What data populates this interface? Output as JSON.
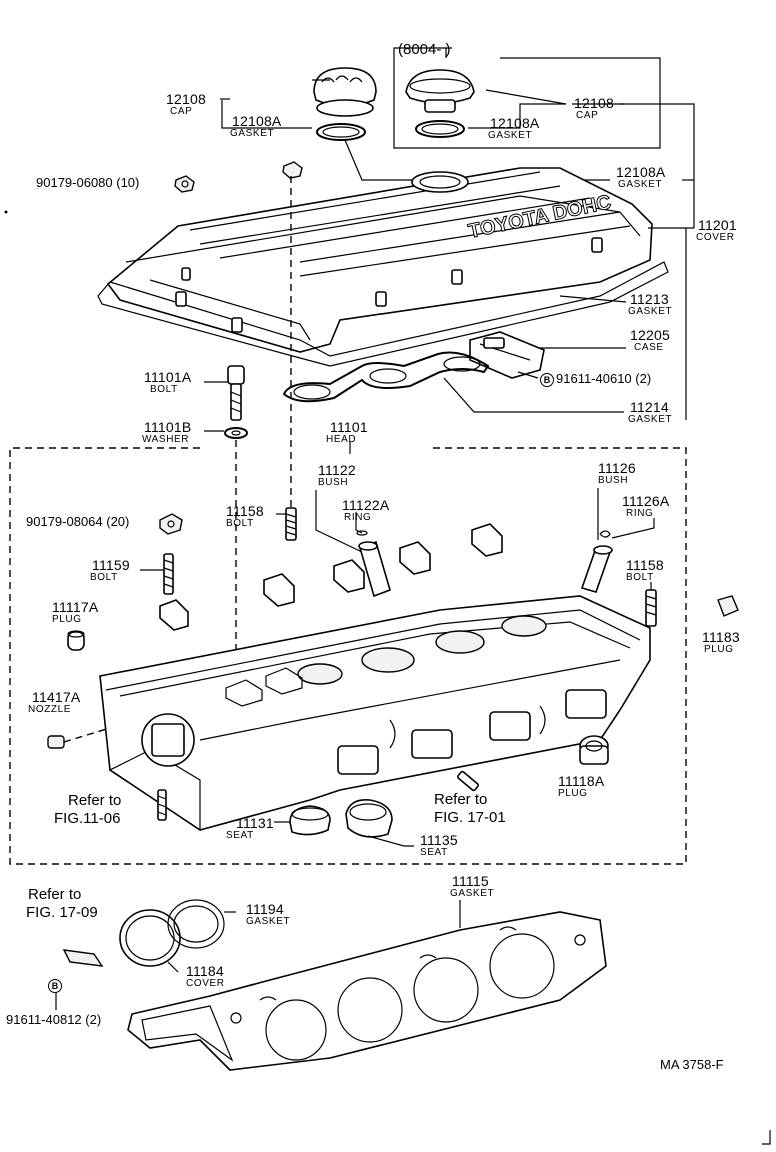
{
  "diagram_code": "MA 3758-F",
  "variant_note": "(8004-        )",
  "labels": {
    "cap_12108_left": {
      "number": "12108",
      "name": "CAP"
    },
    "gasket_12108a_left": {
      "number": "12108A",
      "name": "GASKET"
    },
    "cap_12108_right": {
      "number": "12108",
      "name": "CAP"
    },
    "gasket_12108a_right": {
      "number": "12108A",
      "name": "GASKET"
    },
    "gasket_12108a_main": {
      "number": "12108A",
      "name": "GASKET"
    },
    "nut_90179_06080": {
      "number": "90179-06080 (10)"
    },
    "cover_11201": {
      "number": "11201",
      "name": "COVER"
    },
    "gasket_11213": {
      "number": "11213",
      "name": "GASKET"
    },
    "case_12205": {
      "number": "12205",
      "name": "CASE"
    },
    "bolt_91611_40610": {
      "badge": "B",
      "number": "91611-40610 (2)"
    },
    "gasket_11214": {
      "number": "11214",
      "name": "GASKET"
    },
    "bolt_11101a": {
      "number": "11101A",
      "name": "BOLT"
    },
    "washer_11101b": {
      "number": "11101B",
      "name": "WASHER"
    },
    "head_11101": {
      "number": "11101",
      "name": "HEAD"
    },
    "bush_11122": {
      "number": "11122",
      "name": "BUSH"
    },
    "ring_11122a": {
      "number": "11122A",
      "name": "RING"
    },
    "bush_11126": {
      "number": "11126",
      "name": "BUSH"
    },
    "ring_11126a": {
      "number": "11126A",
      "name": "RING"
    },
    "nut_90179_08064": {
      "number": "90179-08064 (20)"
    },
    "bolt_11158_left": {
      "number": "11158",
      "name": "BOLT"
    },
    "bolt_11158_right": {
      "number": "11158",
      "name": "BOLT"
    },
    "bolt_11159": {
      "number": "11159",
      "name": "BOLT"
    },
    "plug_11117a": {
      "number": "11117A",
      "name": "PLUG"
    },
    "plug_11183": {
      "number": "11183",
      "name": "PLUG"
    },
    "nozzle_11417a": {
      "number": "11417A",
      "name": "NOZZLE"
    },
    "plug_11118a": {
      "number": "11118A",
      "name": "PLUG"
    },
    "seat_11131": {
      "number": "11131",
      "name": "SEAT"
    },
    "seat_11135": {
      "number": "11135",
      "name": "SEAT"
    },
    "gasket_11115": {
      "number": "11115",
      "name": "GASKET"
    },
    "gasket_11194": {
      "number": "11194",
      "name": "GASKET"
    },
    "cover_11184": {
      "number": "11184",
      "name": "COVER"
    },
    "bolt_91611_40812": {
      "badge": "B",
      "number": "91611-40812 (2)"
    }
  },
  "references": {
    "ref_fig_11_06": {
      "line1": "Refer to",
      "line2": "FIG.11-06"
    },
    "ref_fig_17_01": {
      "line1": "Refer to",
      "line2": "FIG. 17-01"
    },
    "ref_fig_17_09": {
      "line1": "Refer to",
      "line2": "FIG. 17-09"
    }
  },
  "cover_embossing": "TOYOTA DOHC"
}
